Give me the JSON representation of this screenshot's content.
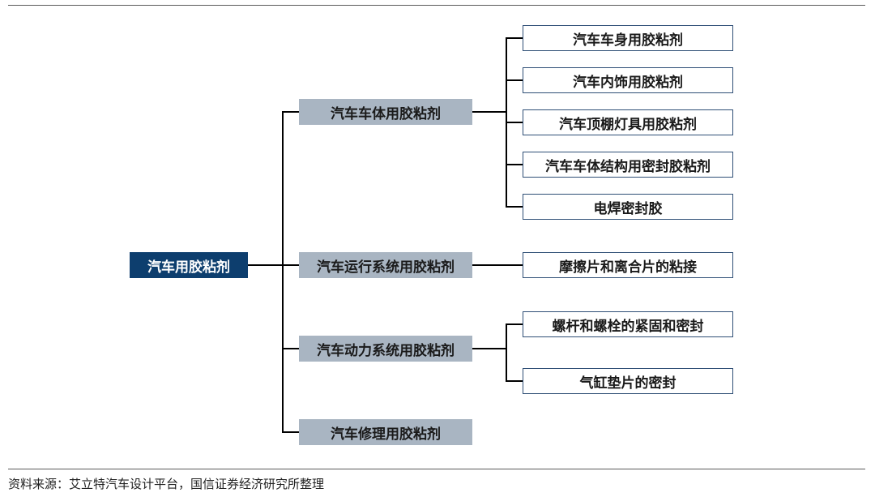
{
  "root": {
    "label": "汽车用胶粘剂"
  },
  "categories": [
    {
      "label": "汽车车体用胶粘剂",
      "children": [
        "汽车车身用胶粘剂",
        "汽车内饰用胶粘剂",
        "汽车顶棚灯具用胶粘剂",
        "汽车车体结构用密封胶粘剂",
        "电焊密封胶"
      ]
    },
    {
      "label": "汽车运行系统用胶粘剂",
      "children": [
        "摩擦片和离合片的粘接"
      ]
    },
    {
      "label": "汽车动力系统用胶粘剂",
      "children": [
        "螺杆和螺栓的紧固和密封",
        "气缸垫片的密封"
      ]
    },
    {
      "label": "汽车修理用胶粘剂",
      "children": []
    }
  ],
  "source": "资料来源：艾立特汽车设计平台，国信证券经济研究所整理",
  "colors": {
    "root_fill": "#0d3e6e",
    "category_fill": "#a9b5c2",
    "leaf_border": "#2f4f76"
  }
}
